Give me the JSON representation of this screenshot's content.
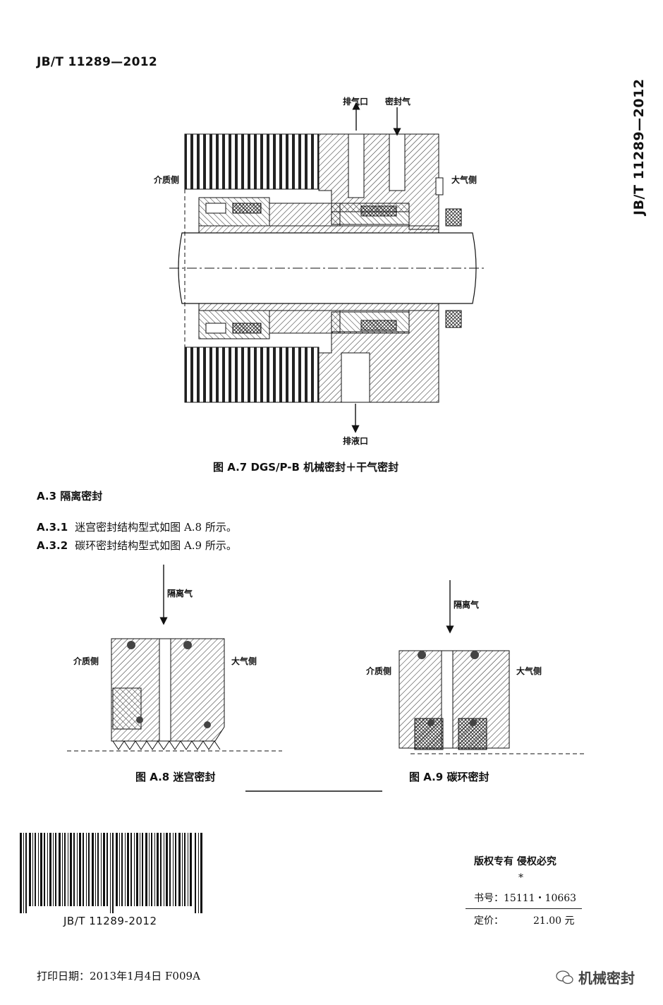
{
  "header": {
    "standard_no": "JB/T 11289—2012",
    "side_standard_no": "JB/T 11289—2012"
  },
  "fig_a7": {
    "label_exhaust": "排气口",
    "label_seal_gas": "密封气",
    "label_medium_side": "介质侧",
    "label_atmos_side": "大气侧",
    "label_drain": "排液口",
    "caption": "图 A.7   DGS/P-B 机械密封＋干气密封"
  },
  "section": {
    "heading": "A.3   隔离密封",
    "items": [
      {
        "num": "A.3.1",
        "text": "迷宫密封结构型式如图 A.8 所示。"
      },
      {
        "num": "A.3.2",
        "text": "碳环密封结构型式如图 A.9 所示。"
      }
    ]
  },
  "fig_a8": {
    "label_isolation_gas": "隔离气",
    "label_medium_side": "介质侧",
    "label_atmos_side": "大气侧",
    "caption": "图 A.8   迷宫密封"
  },
  "fig_a9": {
    "label_isolation_gas": "隔离气",
    "label_medium_side": "介质侧",
    "label_atmos_side": "大气侧",
    "caption": "图 A.9   碳环密封"
  },
  "footer": {
    "barcode_text": "JB/T 11289-2012",
    "copyright": "版权专有  侵权必究",
    "star": "*",
    "book_no": "书号：15111・10663",
    "price_label": "定价：",
    "price_value": "21.00 元",
    "print_date": "打印日期：2013年1月4日  F009A",
    "watermark": "机械密封"
  }
}
